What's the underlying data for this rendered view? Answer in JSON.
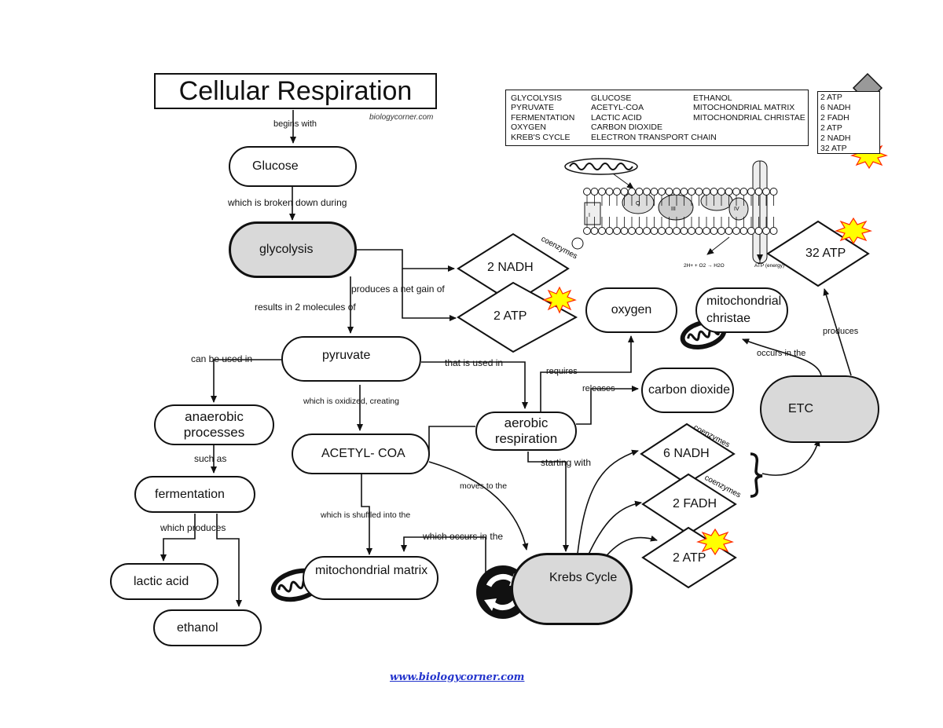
{
  "title": "Cellular Respiration",
  "site_credit": "biologycorner.com",
  "footer_link": "www.biologycorner.com",
  "word_bank": {
    "col1": [
      "GLYCOLYSIS",
      "PYRUVATE",
      "FERMENTATION",
      "OXYGEN",
      "KREB'S CYCLE"
    ],
    "col2": [
      "GLUCOSE",
      "ACETYL-COA",
      "LACTIC ACID",
      "CARBON DIOXIDE",
      "ELECTRON TRANSPORT CHAIN"
    ],
    "col3": [
      "ETHANOL",
      "MITOCHONDRIAL MATRIX",
      "MITOCHONDRIAL CHRISTAE"
    ]
  },
  "atp_box": [
    "2 ATP",
    "6 NADH",
    "2 FADH",
    "2 ATP",
    "2 NADH",
    "32 ATP"
  ],
  "nodes": {
    "glucose": "Glucose",
    "glycolysis": "glycolysis",
    "pyruvate": "pyruvate",
    "anaerobic": "anaerobic processes",
    "anaerobic_l1": "anaerobic",
    "anaerobic_l2": "processes",
    "fermentation": "fermentation",
    "lactic_acid": "lactic acid",
    "ethanol": "ethanol",
    "acetyl_coa": "ACETYL- COA",
    "mito_matrix": "mitochondrial matrix",
    "aerobic_l1": "aerobic",
    "aerobic_l2": "respiration",
    "oxygen": "oxygen",
    "mito_christae_l1": "mitochondrial",
    "mito_christae_l2": "christae",
    "carbon_dioxide": "carbon dioxide",
    "etc": "ETC",
    "krebs": "Krebs Cycle",
    "nadh_2": "2 NADH",
    "atp_2a": "2 ATP",
    "nadh_6": "6 NADH",
    "fadh_2": "2 FADH",
    "atp_2b": "2 ATP",
    "atp_32": "32 ATP"
  },
  "links": {
    "begins_with": "begins with",
    "broken_down": "which is broken down during",
    "net_gain": "produces a net gain of",
    "results_in": "results in 2 molecules of",
    "can_be_used": "can be used in",
    "used_in": "that is used in",
    "oxidized": "which is oxidized, creating",
    "such_as": "such as",
    "which_produces": "which produces",
    "shuffled": "which is shuffled into the",
    "occurs_in": "which occurs in the",
    "moves_to": "moves to the",
    "requires": "requires",
    "releases": "releases",
    "starting_with": "starting with",
    "coenzymes_a": "coenzymes",
    "coenzymes_b": "coenzymes",
    "coenzymes_c": "coenzymes",
    "occurs_in_the": "occurs in the",
    "produces": "produces"
  },
  "etc_diagram": {
    "complexes": [
      "I",
      "Q",
      "III",
      "IV"
    ],
    "reaction": "2H+ + O2 → H2O",
    "atp_label": "ATP (energy)"
  },
  "colors": {
    "line": "#111111",
    "gray_node": "#d9d9d9",
    "starburst": "#ffff00",
    "starburst_edge": "#ff2a00",
    "link": "#2233cc"
  }
}
